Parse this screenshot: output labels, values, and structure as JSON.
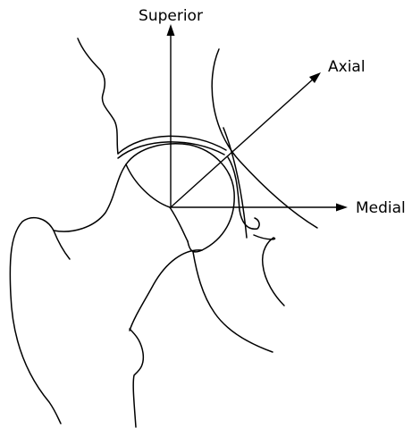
{
  "axes": {
    "superior": "Superior",
    "axial": "Axial",
    "medial": "Medial"
  }
}
